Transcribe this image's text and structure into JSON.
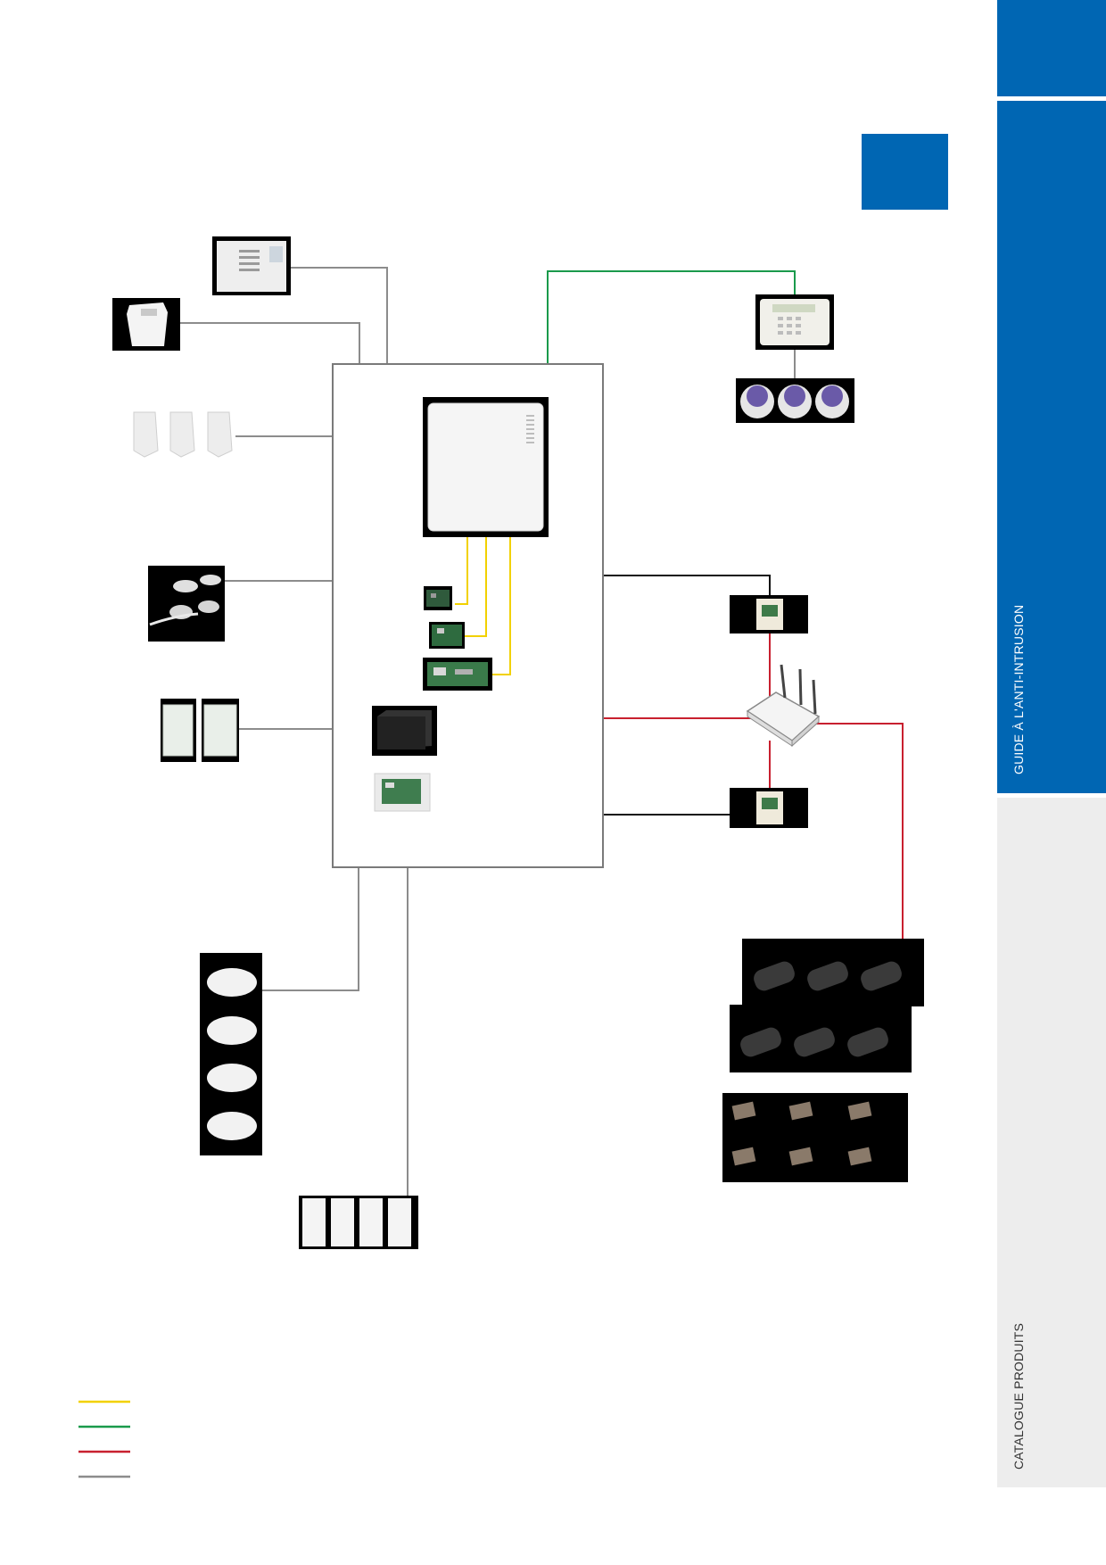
{
  "sidebar": {
    "guide_label": "GUIDE À L'ANTI-INTRUSION",
    "catalog_label": "CATALOGUE PRODUITS"
  },
  "colors": {
    "accent_blue": "#0066b3",
    "sidebar_grey": "#ededed",
    "wire_bus": "#f2d100",
    "wire_keypad": "#1a9a4b",
    "wire_network": "#c8202f",
    "wire_wired": "#8c8c8c",
    "wire_power": "#111111"
  },
  "diagram": {
    "nodes": [
      "siren-cabinet",
      "outdoor-siren",
      "pir-detectors-x3",
      "door-contacts",
      "curtain-detectors-x2",
      "smoke-detectors-x4",
      "magnetic-contacts-x4",
      "alarm-control-panel",
      "keypad",
      "rfid-tags-x3",
      "power-module-top",
      "power-module-bottom",
      "router",
      "bullet-cameras-x6",
      "camera-power-supplies-x6"
    ],
    "legend_colors": [
      "#f2d100",
      "#1a9a4b",
      "#c8202f",
      "#8c8c8c"
    ]
  }
}
